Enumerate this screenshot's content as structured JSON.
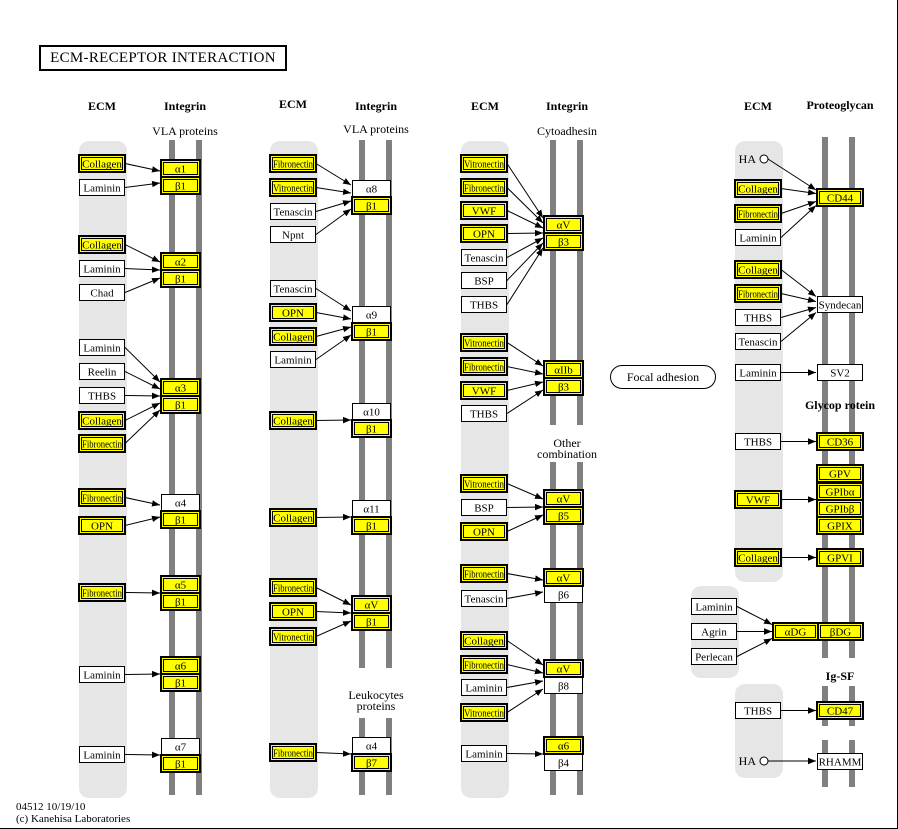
{
  "title": "ECM-RECEPTOR INTERACTION",
  "footer": {
    "id_date": "04512 10/19/10",
    "copyright": "(c) Kanehisa Laboratories"
  },
  "focal_adhesion": "Focal adhesion",
  "colors": {
    "highlight": "#ffff00",
    "ecm_bg": "#e6e6e6",
    "membrane": "#808080",
    "border": "#000000"
  },
  "headers": {
    "ecm": "ECM",
    "integrin": "Integrin",
    "proteoglycan": "Proteoglycan",
    "glycoprotein": "Glycop rotein",
    "igsf": "Ig-SF",
    "vla1": "VLA proteins",
    "vla2": "VLA proteins",
    "cytoadhesin": "Cytoadhesin",
    "other1": "Other",
    "other2": "combination",
    "leuko1": "Leukocytes",
    "leuko2": "proteins"
  },
  "nodes": [
    {
      "id": "c1_col1",
      "label": "Collagen",
      "hl": true
    },
    {
      "id": "c1_lam1",
      "label": "Laminin",
      "hl": false
    },
    {
      "id": "c1_a1",
      "label": "α1",
      "hl": true
    },
    {
      "id": "c1_b1a",
      "label": "β1",
      "hl": true
    },
    {
      "id": "c1_col2",
      "label": "Collagen",
      "hl": true
    },
    {
      "id": "c1_lam2",
      "label": "Laminin",
      "hl": false
    },
    {
      "id": "c1_chad",
      "label": "Chad",
      "hl": false
    },
    {
      "id": "c1_a2",
      "label": "α2",
      "hl": true
    },
    {
      "id": "c1_b1b",
      "label": "β1",
      "hl": true
    },
    {
      "id": "c1_lam3",
      "label": "Laminin",
      "hl": false
    },
    {
      "id": "c1_reel",
      "label": "Reelin",
      "hl": false
    },
    {
      "id": "c1_thbs",
      "label": "THBS",
      "hl": false
    },
    {
      "id": "c1_col3",
      "label": "Collagen",
      "hl": true
    },
    {
      "id": "c1_fn1",
      "label": "Fibronectin",
      "hl": true
    },
    {
      "id": "c1_a3",
      "label": "α3",
      "hl": true
    },
    {
      "id": "c1_b1c",
      "label": "β1",
      "hl": true
    },
    {
      "id": "c1_fn2",
      "label": "Fibronectin",
      "hl": true
    },
    {
      "id": "c1_opn",
      "label": "OPN",
      "hl": true
    },
    {
      "id": "c1_a4",
      "label": "α4",
      "hl": false
    },
    {
      "id": "c1_b1d",
      "label": "β1",
      "hl": true
    },
    {
      "id": "c1_fn3",
      "label": "Fibronectin",
      "hl": true
    },
    {
      "id": "c1_a5",
      "label": "α5",
      "hl": true
    },
    {
      "id": "c1_b1e",
      "label": "β1",
      "hl": true
    },
    {
      "id": "c1_lam4",
      "label": "Laminin",
      "hl": false
    },
    {
      "id": "c1_a6",
      "label": "α6",
      "hl": true
    },
    {
      "id": "c1_b1f",
      "label": "β1",
      "hl": true
    },
    {
      "id": "c1_lam5",
      "label": "Laminin",
      "hl": false
    },
    {
      "id": "c1_a7",
      "label": "α7",
      "hl": false
    },
    {
      "id": "c1_b1g",
      "label": "β1",
      "hl": true
    },
    {
      "id": "c2_fn1",
      "label": "Fibronectin",
      "hl": true
    },
    {
      "id": "c2_vn1",
      "label": "Vitronectin",
      "hl": true
    },
    {
      "id": "c2_ten1",
      "label": "Tenascin",
      "hl": false
    },
    {
      "id": "c2_npnt",
      "label": "Npnt",
      "hl": false
    },
    {
      "id": "c2_a8",
      "label": "α8",
      "hl": false
    },
    {
      "id": "c2_b1a",
      "label": "β1",
      "hl": true
    },
    {
      "id": "c2_ten2",
      "label": "Tenascin",
      "hl": false
    },
    {
      "id": "c2_opn1",
      "label": "OPN",
      "hl": true
    },
    {
      "id": "c2_col1",
      "label": "Collagen",
      "hl": true
    },
    {
      "id": "c2_lam1",
      "label": "Laminin",
      "hl": false
    },
    {
      "id": "c2_a9",
      "label": "α9",
      "hl": false
    },
    {
      "id": "c2_b1b",
      "label": "β1",
      "hl": true
    },
    {
      "id": "c2_col2",
      "label": "Collagen",
      "hl": true
    },
    {
      "id": "c2_a10",
      "label": "α10",
      "hl": false
    },
    {
      "id": "c2_b1c",
      "label": "β1",
      "hl": true
    },
    {
      "id": "c2_col3",
      "label": "Collagen",
      "hl": true
    },
    {
      "id": "c2_a11",
      "label": "α11",
      "hl": false
    },
    {
      "id": "c2_b1d",
      "label": "β1",
      "hl": true
    },
    {
      "id": "c2_fn2",
      "label": "Fibronectin",
      "hl": true
    },
    {
      "id": "c2_opn2",
      "label": "OPN",
      "hl": true
    },
    {
      "id": "c2_vn2",
      "label": "Vitronectin",
      "hl": true
    },
    {
      "id": "c2_av",
      "label": "αV",
      "hl": true
    },
    {
      "id": "c2_b1e",
      "label": "β1",
      "hl": true
    },
    {
      "id": "c2_fn3",
      "label": "Fibronectin",
      "hl": true
    },
    {
      "id": "c2_a4",
      "label": "α4",
      "hl": false
    },
    {
      "id": "c2_b7",
      "label": "β7",
      "hl": true
    },
    {
      "id": "c3_vn1",
      "label": "Vitronectin",
      "hl": true
    },
    {
      "id": "c3_fn1",
      "label": "Fibronectin",
      "hl": true
    },
    {
      "id": "c3_vwf1",
      "label": "VWF",
      "hl": true
    },
    {
      "id": "c3_opn1",
      "label": "OPN",
      "hl": true
    },
    {
      "id": "c3_ten1",
      "label": "Tenascin",
      "hl": false
    },
    {
      "id": "c3_bsp1",
      "label": "BSP",
      "hl": false
    },
    {
      "id": "c3_thbs1",
      "label": "THBS",
      "hl": false
    },
    {
      "id": "c3_av1",
      "label": "αV",
      "hl": true
    },
    {
      "id": "c3_b3a",
      "label": "β3",
      "hl": true
    },
    {
      "id": "c3_vn2",
      "label": "Vitronectin",
      "hl": true
    },
    {
      "id": "c3_fn2",
      "label": "Fibronectin",
      "hl": true
    },
    {
      "id": "c3_vwf2",
      "label": "VWF",
      "hl": true
    },
    {
      "id": "c3_thbs2",
      "label": "THBS",
      "hl": false
    },
    {
      "id": "c3_a2b",
      "label": "αIIb",
      "hl": true
    },
    {
      "id": "c3_b3b",
      "label": "β3",
      "hl": true
    },
    {
      "id": "c3_vn3",
      "label": "Vitronectin",
      "hl": true
    },
    {
      "id": "c3_bsp2",
      "label": "BSP",
      "hl": false
    },
    {
      "id": "c3_opn2",
      "label": "OPN",
      "hl": true
    },
    {
      "id": "c3_av2",
      "label": "αV",
      "hl": true
    },
    {
      "id": "c3_b5",
      "label": "β5",
      "hl": true
    },
    {
      "id": "c3_fn3",
      "label": "Fibronectin",
      "hl": true
    },
    {
      "id": "c3_ten2",
      "label": "Tenascin",
      "hl": false
    },
    {
      "id": "c3_av3",
      "label": "αV",
      "hl": true
    },
    {
      "id": "c3_b6",
      "label": "β6",
      "hl": false
    },
    {
      "id": "c3_col",
      "label": "Collagen",
      "hl": true
    },
    {
      "id": "c3_fn4",
      "label": "Fibronectin",
      "hl": true
    },
    {
      "id": "c3_lam1",
      "label": "Laminin",
      "hl": false
    },
    {
      "id": "c3_vn4",
      "label": "Vitronectin",
      "hl": true
    },
    {
      "id": "c3_av4",
      "label": "αV",
      "hl": true
    },
    {
      "id": "c3_b8",
      "label": "β8",
      "hl": false
    },
    {
      "id": "c3_lam2",
      "label": "Laminin",
      "hl": false
    },
    {
      "id": "c3_a6",
      "label": "α6",
      "hl": true
    },
    {
      "id": "c3_b4",
      "label": "β4",
      "hl": false
    },
    {
      "id": "c4_col1",
      "label": "Collagen",
      "hl": true
    },
    {
      "id": "c4_fn1",
      "label": "Fibronectin",
      "hl": true
    },
    {
      "id": "c4_lam1",
      "label": "Laminin",
      "hl": false
    },
    {
      "id": "c4_cd44",
      "label": "CD44",
      "hl": true
    },
    {
      "id": "c4_col2",
      "label": "Collagen",
      "hl": true
    },
    {
      "id": "c4_fn2",
      "label": "Fibronectin",
      "hl": true
    },
    {
      "id": "c4_thbs1",
      "label": "THBS",
      "hl": false
    },
    {
      "id": "c4_ten",
      "label": "Tenascin",
      "hl": false
    },
    {
      "id": "c4_synd",
      "label": "Syndecan",
      "hl": false
    },
    {
      "id": "c4_lam2",
      "label": "Laminin",
      "hl": false
    },
    {
      "id": "c4_sv2",
      "label": "SV2",
      "hl": false
    },
    {
      "id": "c4_thbs2",
      "label": "THBS",
      "hl": false
    },
    {
      "id": "c4_cd36",
      "label": "CD36",
      "hl": true
    },
    {
      "id": "c4_vwf",
      "label": "VWF",
      "hl": true
    },
    {
      "id": "c4_gpv",
      "label": "GPV",
      "hl": true
    },
    {
      "id": "c4_gp1ba",
      "label": "GPIbα",
      "hl": true
    },
    {
      "id": "c4_gp1bb",
      "label": "GPIbβ",
      "hl": true
    },
    {
      "id": "c4_gpix",
      "label": "GPIX",
      "hl": true
    },
    {
      "id": "c4_col3",
      "label": "Collagen",
      "hl": true
    },
    {
      "id": "c4_gpvi",
      "label": "GPVI",
      "hl": true
    },
    {
      "id": "c4_lam3",
      "label": "Laminin",
      "hl": false
    },
    {
      "id": "c4_agrin",
      "label": "Agrin",
      "hl": false
    },
    {
      "id": "c4_perl",
      "label": "Perlecan",
      "hl": false
    },
    {
      "id": "c4_adg",
      "label": "αDG",
      "hl": true
    },
    {
      "id": "c4_bdg",
      "label": "βDG",
      "hl": true
    },
    {
      "id": "c4_thbs3",
      "label": "THBS",
      "hl": false
    },
    {
      "id": "c4_cd47",
      "label": "CD47",
      "hl": true
    },
    {
      "id": "c4_rhamm",
      "label": "RHAMM",
      "hl": false
    }
  ],
  "compounds": [
    {
      "id": "ha1",
      "label": "HA"
    },
    {
      "id": "ha2",
      "label": "HA"
    }
  ]
}
